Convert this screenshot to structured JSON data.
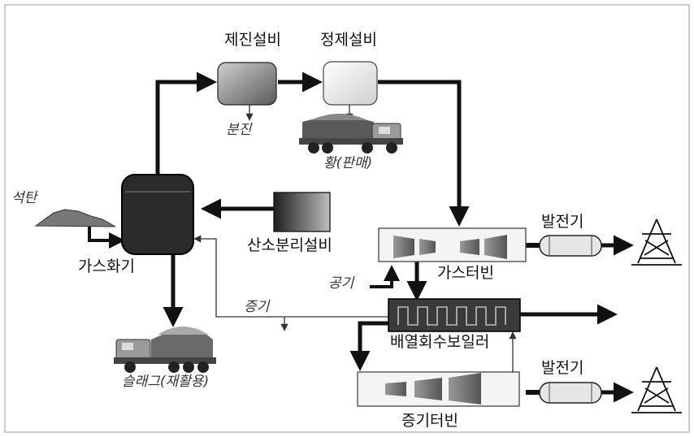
{
  "labels": {
    "dust_removal": "제진설비",
    "purification": "정제설비",
    "dust": "분진",
    "sulfur": "황(판매)",
    "coal": "석탄",
    "gasifier": "가스화기",
    "oxygen_separation": "산소분리설비",
    "gas_turbine": "가스터빈",
    "generator_top": "발전기",
    "air": "공기",
    "steam": "증기",
    "hrsg": "배열회수보일러",
    "generator_bottom": "발전기",
    "steam_turbine": "증기터빈",
    "slag": "슬래그(재활용)"
  },
  "colors": {
    "arrow": "#111111",
    "box_fill": "#f4f4f4",
    "gasifier": "#2a2a2a",
    "hrsg": "#3a3a3a"
  }
}
